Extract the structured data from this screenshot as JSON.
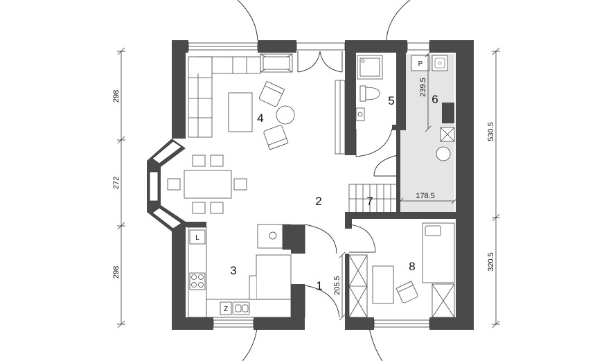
{
  "rooms": {
    "r1": "1",
    "r2": "2",
    "r3": "3",
    "r4": "4",
    "r5": "5",
    "r6": "6",
    "r7": "7",
    "r8": "8"
  },
  "dimensions": {
    "left_top": "298",
    "left_middle": "272",
    "left_bottom": "298",
    "right_top": "530.5",
    "right_bottom": "320.5",
    "room6_height": "239.5",
    "room7_width": "178.5",
    "entry_width": "205.5"
  },
  "fixture_labels": {
    "p": "P",
    "l": "L",
    "z": "Z"
  },
  "colors": {
    "wall": "#4a4a4a",
    "line": "#333333",
    "shaded_room": "#e5e5e5"
  }
}
